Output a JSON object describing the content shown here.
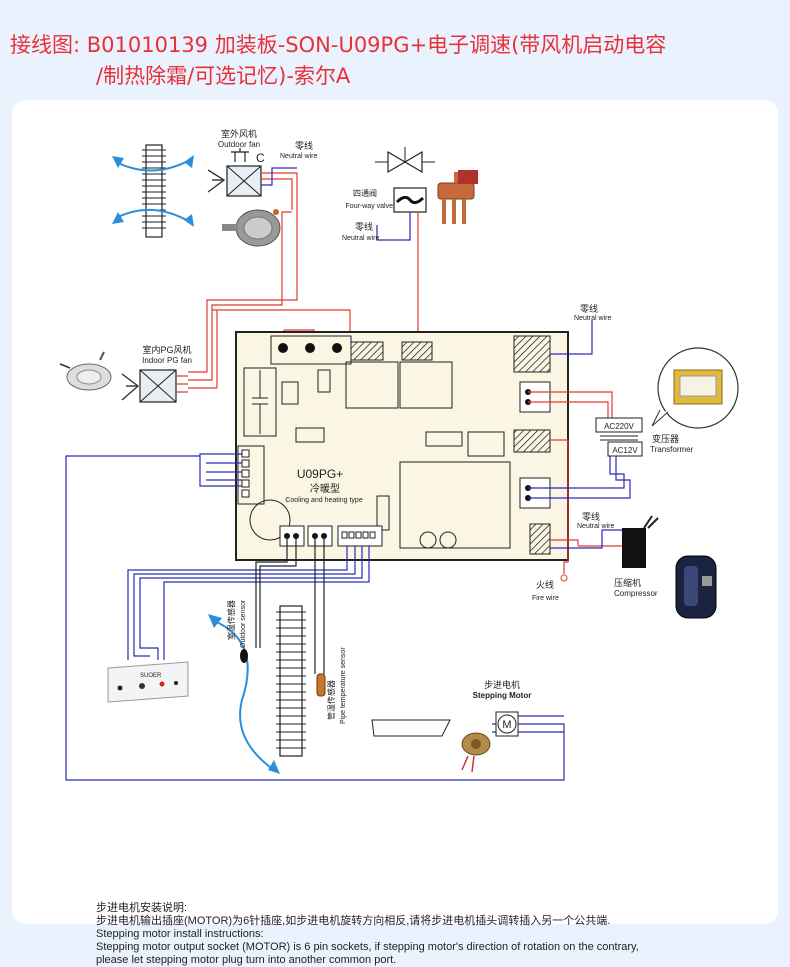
{
  "title": {
    "line1": "接线图: B01010139  加装板-SON-U09PG+电子调速(带风机启动电容",
    "line2": "/制热除霜/可选记忆)-索尔A"
  },
  "labels": {
    "outdoor_fan_cn": "室外风机",
    "outdoor_fan_en": "Outdoor fan",
    "neutral_cn": "零线",
    "neutral_en": "Neutral wire",
    "four_way_cn": "四通阀",
    "four_way_en": "Four-way valve",
    "indoor_fan_cn": "室内PG风机",
    "indoor_fan_en": "Indoor PG fan",
    "board_model": "U09PG+",
    "board_type_cn": "冷暖型",
    "board_type_en": "Cooling and heating type",
    "ac220": "AC220V",
    "ac12": "AC12V",
    "transformer_cn": "变压器",
    "transformer_en": "Transformer",
    "compressor_cn": "压缩机",
    "compressor_en": "Compressor",
    "fire_cn": "火线",
    "fire_en": "Fire wire",
    "room_sensor_cn": "室温传感器",
    "room_sensor_en": "Outdoor sensor",
    "pipe_sensor_cn": "管温传感器",
    "pipe_sensor_en": "Pipe temperature sensor",
    "stepping_cn": "步进电机",
    "stepping_en": "Stepping Motor",
    "motor_glyph": "M",
    "fan_cap_glyph": "C",
    "display_brand": "SUOER"
  },
  "notes": {
    "cn_title": "步进电机安装说明:",
    "cn_body": "步进电机输出插座(MOTOR)为6针插座,如步进电机旋转方向相反,请将步进电机插头调转插入另一个公共端.",
    "en_title": "Stepping motor install instructions:",
    "en_body1": "Stepping motor output socket (MOTOR) is 6 pin sockets, if stepping motor's direction of rotation on the contrary,",
    "en_body2": "please let stepping motor plug turn into another common port."
  },
  "colors": {
    "title": "#e8303a",
    "red_wire": "#e23a2e",
    "blue_wire": "#2a2ab8",
    "board": "#fbf6e3"
  }
}
